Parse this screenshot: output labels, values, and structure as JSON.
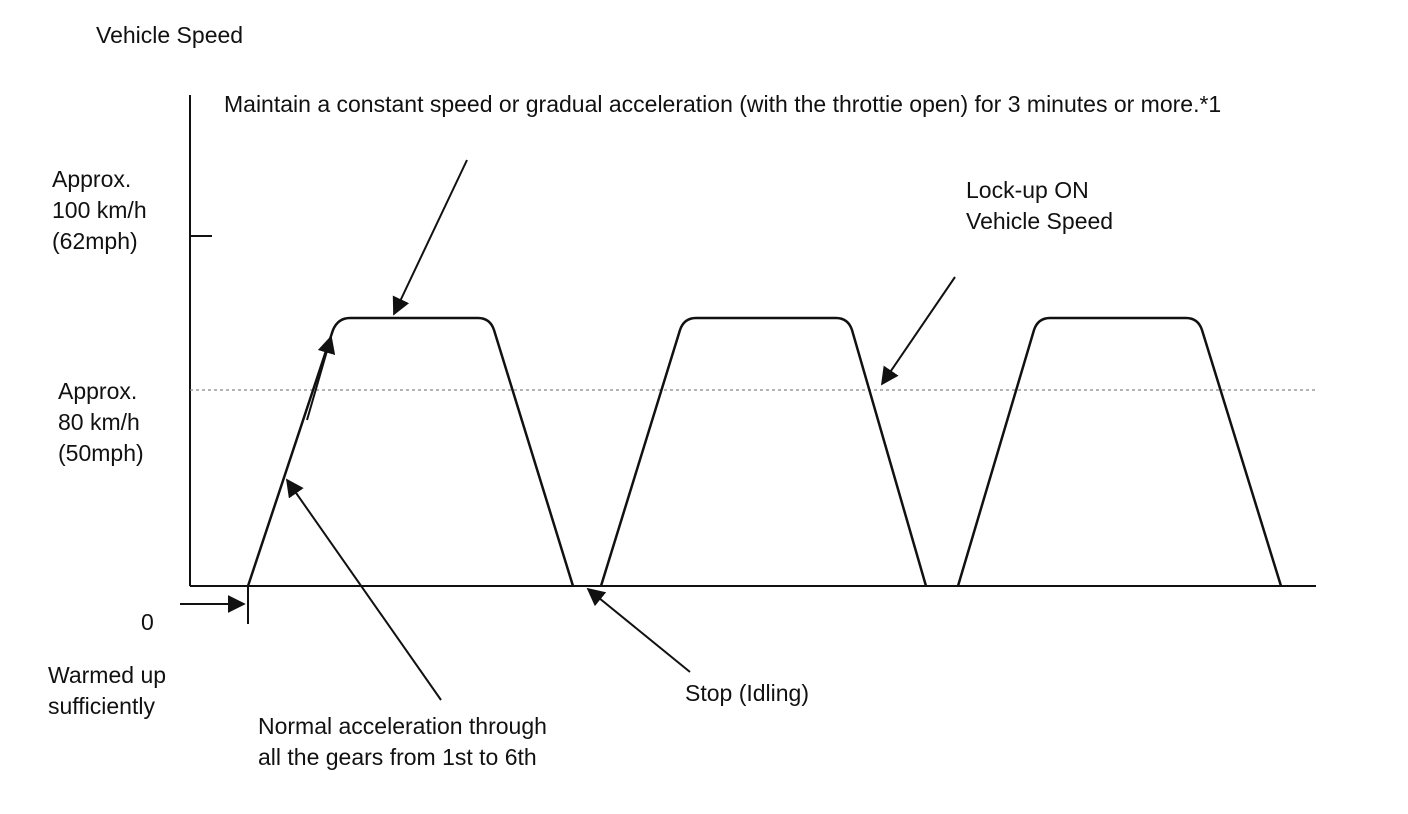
{
  "labels": {
    "axis_title": "Vehicle Speed",
    "maintain_note": "Maintain a constant speed or gradual acceleration (with the throttie open) for 3 minutes or more.*1",
    "tick_100": [
      "Approx.",
      "100 km/h",
      "(62mph)"
    ],
    "tick_80": [
      "Approx.",
      "80 km/h",
      "(50mph)"
    ],
    "zero": "0",
    "lockup": [
      "Lock-up ON",
      "Vehicle Speed"
    ],
    "warmed_up": [
      "Warmed up",
      "sufficiently"
    ],
    "stop_idling": "Stop (Idling)",
    "normal_accel": [
      "Normal acceleration through",
      "all the gears from 1st to 6th"
    ]
  },
  "colors": {
    "line": "#111111",
    "dashed": "#888888",
    "background": "#ffffff"
  }
}
